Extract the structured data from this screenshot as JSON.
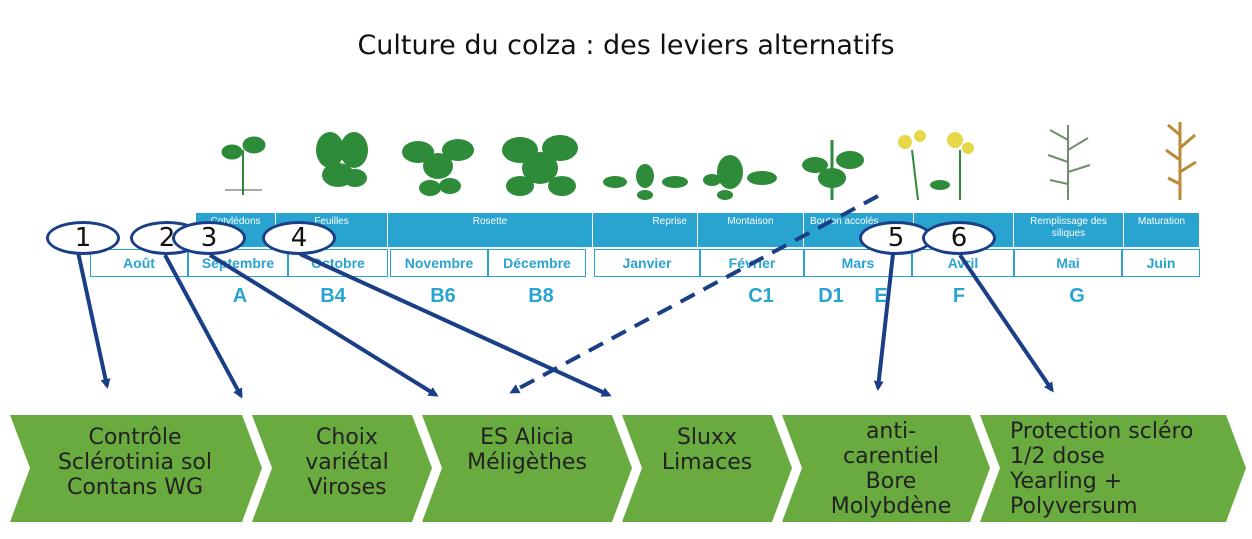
{
  "title": "Culture du colza : des leviers alternatifs",
  "periods": [
    {
      "label": "Cotylédons"
    },
    {
      "label": "Feuilles"
    },
    {
      "label": "Rosette"
    },
    {
      "label": "Reprise"
    },
    {
      "label": "Montaison"
    },
    {
      "label": "Bouton accolés"
    },
    {
      "label": ""
    },
    {
      "label": "Remplissage des siliques"
    },
    {
      "label": "Maturation"
    }
  ],
  "months": [
    "Août",
    "Septembre",
    "Octobre",
    "Novembre",
    "Décembre",
    "Janvier",
    "Février",
    "Mars",
    "Avril",
    "Mai",
    "Juin"
  ],
  "stages": [
    "A",
    "B4",
    "B6",
    "B8",
    "C1",
    "D1",
    "E",
    "F",
    "G"
  ],
  "markers": [
    "1",
    "2",
    "3",
    "4",
    "5",
    "6"
  ],
  "levers": [
    {
      "lines": [
        "Contrôle",
        "Sclérotinia sol",
        "Contans WG"
      ]
    },
    {
      "lines": [
        "Choix",
        "variétal",
        "Viroses"
      ]
    },
    {
      "lines": [
        "ES Alicia",
        "Méligèthes"
      ]
    },
    {
      "lines": [
        "Sluxx",
        "Limaces"
      ]
    },
    {
      "lines": [
        "anti-",
        "carentiel",
        "Bore",
        "Molybdène"
      ]
    },
    {
      "lines": [
        "Protection scléro",
        "1/2 dose",
        "Yearling +",
        "Polyversum"
      ]
    }
  ],
  "colors": {
    "chevron": "#6aab3f",
    "strip": "#29a3cf",
    "arrow": "#1a3f86",
    "plant": "#2e8b3a",
    "plant_dry": "#b88a3a"
  }
}
